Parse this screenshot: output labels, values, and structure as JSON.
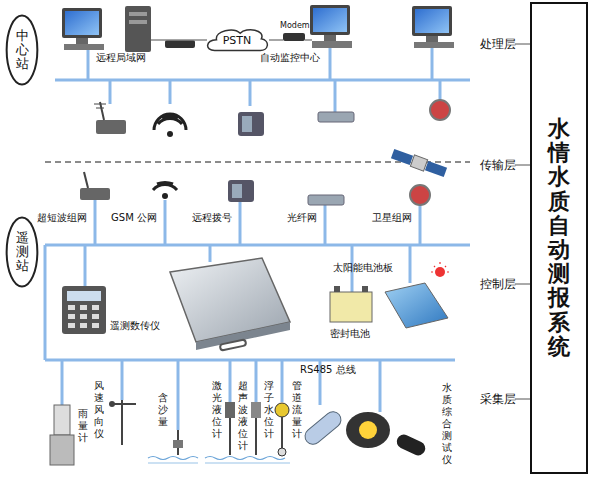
{
  "diagram": {
    "nodes": [
      {
        "text": [
          "中心站"
        ]
      },
      {
        "text": [
          "PSTN"
        ]
      },
      {
        "text": [
          "遥测站"
        ]
      },
      {
        "text": [
          "水情水质自动测报系统"
        ]
      }
    ],
    "labels": [
      "远程局域网",
      "Modem",
      "自动监控中心",
      "处理层",
      "传输层",
      "控制层",
      "采集层",
      "超短波组网",
      "GSM 公网",
      "远程拨号",
      "光纤网",
      "卫星组网",
      "遥测数传仪",
      "太阳能电池板",
      "密封电池",
      "RS485 总线",
      "雨量计",
      "风速风向仪",
      "含沙量",
      "激光液位计",
      "超声波液位计",
      "浮子水位计",
      "管道流量计",
      "水质综合测试仪"
    ]
  }
}
